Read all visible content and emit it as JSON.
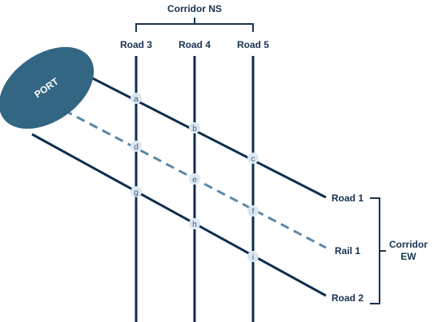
{
  "colors": {
    "road": "#0d2d4e",
    "rail": "#5b87a8",
    "port": "#336682",
    "node_fill": "#dbe7f1",
    "text": "#17324f"
  },
  "port": {
    "label": "PORT"
  },
  "corridor_ns": {
    "title": "Corridor NS",
    "roads": [
      {
        "label": "Road 3"
      },
      {
        "label": "Road 4"
      },
      {
        "label": "Road 5"
      }
    ]
  },
  "corridor_ew": {
    "title_line1": "Corridor",
    "title_line2": "EW",
    "routes": [
      {
        "label": "Road 1",
        "kind": "road"
      },
      {
        "label": "Rail 1",
        "kind": "rail"
      },
      {
        "label": "Road 2",
        "kind": "road"
      }
    ]
  },
  "nodes": [
    "a",
    "b",
    "c",
    "d",
    "e",
    "f",
    "g",
    "h",
    "i"
  ]
}
